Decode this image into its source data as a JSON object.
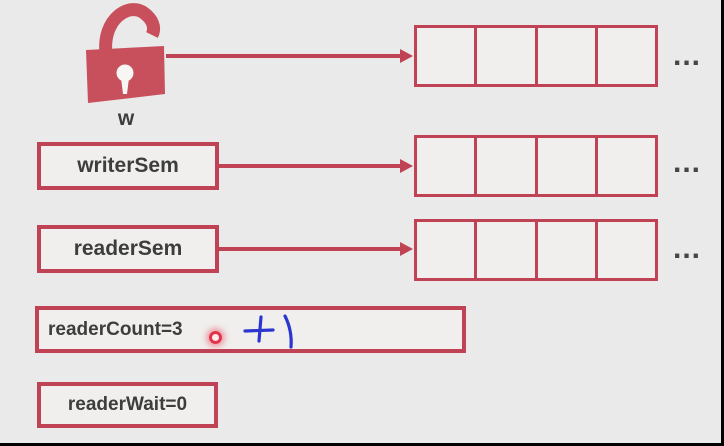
{
  "colors": {
    "background": "#eaeaea",
    "accent_red": "#bf4255",
    "lock_red": "#c8505c",
    "text": "#3d3d3d",
    "ellipsis_gray": "#464646",
    "ink_blue": "#2b36cf",
    "cursor_red": "#e23349",
    "frame_edge": "#000000"
  },
  "lock": {
    "icon": "open-padlock-icon",
    "label": "w"
  },
  "queues": [
    {
      "id": "write-lock-queue",
      "cells": 4,
      "more": "..."
    },
    {
      "id": "writer-sem-queue",
      "cells": 4,
      "more": "..."
    },
    {
      "id": "reader-sem-queue",
      "cells": 4,
      "more": "..."
    }
  ],
  "variables": {
    "writer_sem": "writerSem",
    "reader_sem": "readerSem",
    "reader_count": "readerCount=3",
    "reader_wait": "readerWait=0"
  },
  "annotation": {
    "handwritten_value": "+1",
    "cursor": "pointer-dot"
  }
}
